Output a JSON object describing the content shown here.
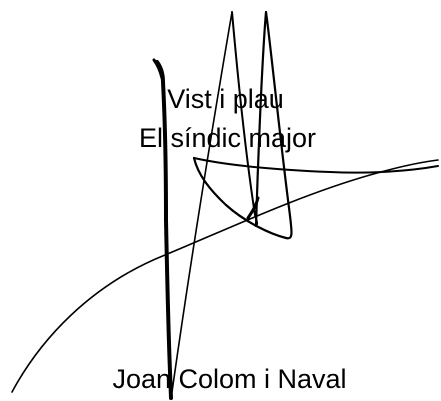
{
  "document": {
    "approval_text": "Vist i plau",
    "signatory_title": "El síndic major",
    "signatory_name": "Joan Colom i Naval"
  },
  "signature": {
    "icon": "handwritten-signature",
    "ink_color": "#000000"
  }
}
